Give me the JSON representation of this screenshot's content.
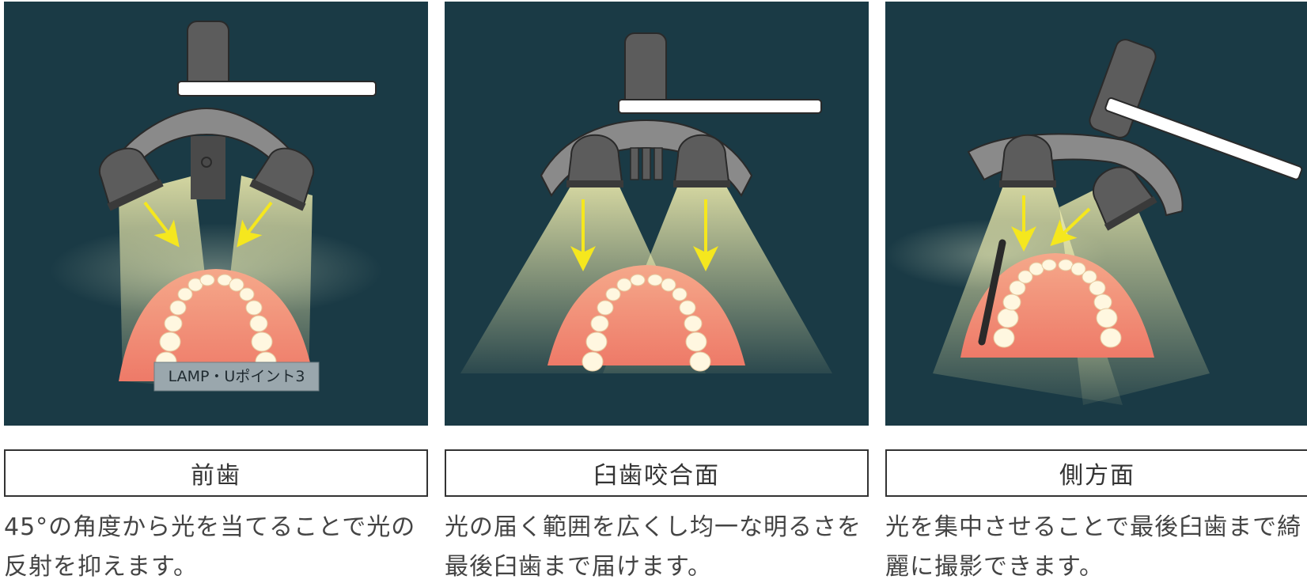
{
  "colors": {
    "background": "#1a3a45",
    "device_dark": "#5c5c5c",
    "device_mid": "#8a8a8a",
    "outline": "#2a2a2a",
    "arrow": "#f5e71e",
    "gum": "#f28a74",
    "tooth": "#fff7e0",
    "mirror": "#ffffff",
    "badge_bg": "#9aa7ad"
  },
  "panels": [
    {
      "label": "前歯",
      "description": "45°の角度から光を当てることで光の反射を抑えます。",
      "badge": "LAMP・Uポイント3"
    },
    {
      "label": "臼歯咬合面",
      "description": "光の届く範囲を広くし均一な明るさを最後臼歯まで届けます。"
    },
    {
      "label": "側方面",
      "description": "光を集中させることで最後臼歯まで綺麗に撮影できます。"
    }
  ]
}
